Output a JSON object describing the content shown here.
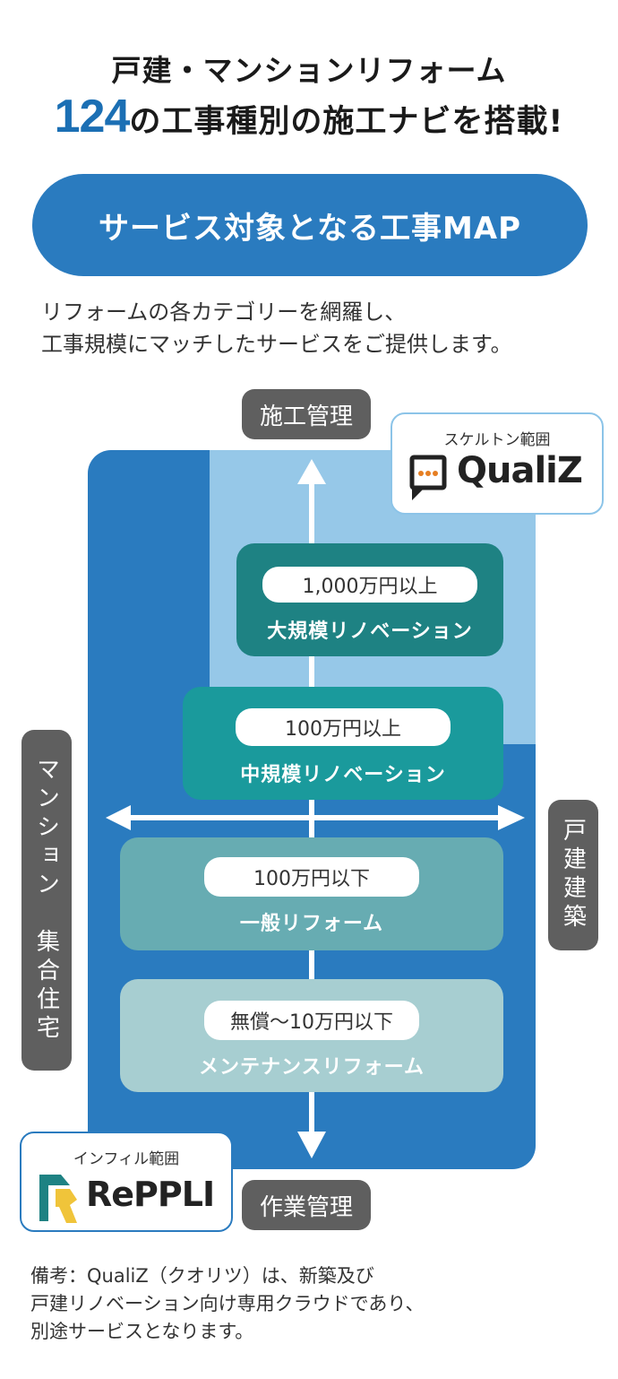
{
  "header": {
    "line1": "戸建・マンションリフォーム",
    "line2_number": "124",
    "line2_rest": "の工事種別の施工ナビを搭載!"
  },
  "banner": {
    "label": "サービス対象となる工事MAP"
  },
  "intro": {
    "line1": "リフォームの各カテゴリーを網羅し、",
    "line2": "工事規模にマッチしたサービスをご提供します。"
  },
  "axes": {
    "top": "施工管理",
    "bottom": "作業管理",
    "left": "マンション　集合住宅",
    "right": "戸建建築"
  },
  "badges": {
    "skeleton": {
      "title": "スケルトン範囲",
      "brand": "QualiZ"
    },
    "infill": {
      "title": "インフィル範囲",
      "brand": "RePPLI"
    }
  },
  "bands": [
    {
      "price": "1,000万円以上",
      "name": "大規模リノベーション",
      "color": "#1e8283"
    },
    {
      "price": "100万円以上",
      "name": "中規模リノベーション",
      "color": "#1a9a9c"
    },
    {
      "price": "100万円以下",
      "name": "一般リフォーム",
      "color": "#67acb2"
    },
    {
      "price": "無償〜10万円以下",
      "name": "メンテナンスリフォーム",
      "color": "#a7ced1"
    }
  ],
  "note": {
    "line1": "備考：QualiZ（クオリツ）は、新築及び",
    "line2": "戸建リノベーション向け専用クラウドであり、",
    "line3": "別途サービスとなります。"
  },
  "colors": {
    "primary_blue": "#2a7bbf",
    "light_blue": "#96c8e8",
    "label_gray": "#5f5f5f",
    "number_blue": "#1b6fb4"
  }
}
